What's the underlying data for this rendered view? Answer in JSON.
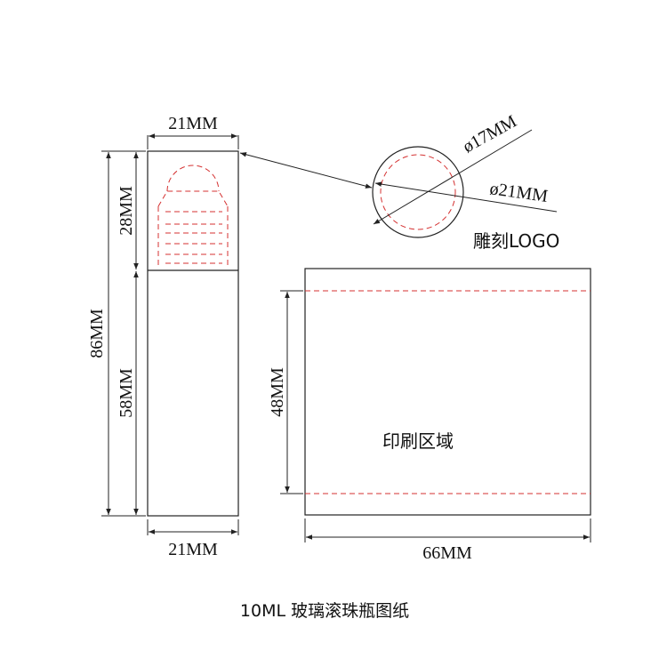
{
  "drawing": {
    "title": "10ML 玻璃滚珠瓶图纸",
    "bottle": {
      "top_width": "21MM",
      "bottom_width": "21MM",
      "total_height": "86MM",
      "cap_height": "28MM",
      "body_height": "58MM"
    },
    "logo": {
      "inner_diameter": "ø17MM",
      "outer_diameter": "ø21MM",
      "caption": "雕刻LOGO"
    },
    "print_area": {
      "height": "48MM",
      "width": "66MM",
      "caption": "印刷区域"
    },
    "colors": {
      "outline": "#222222",
      "guide_red": "#d43030"
    }
  }
}
